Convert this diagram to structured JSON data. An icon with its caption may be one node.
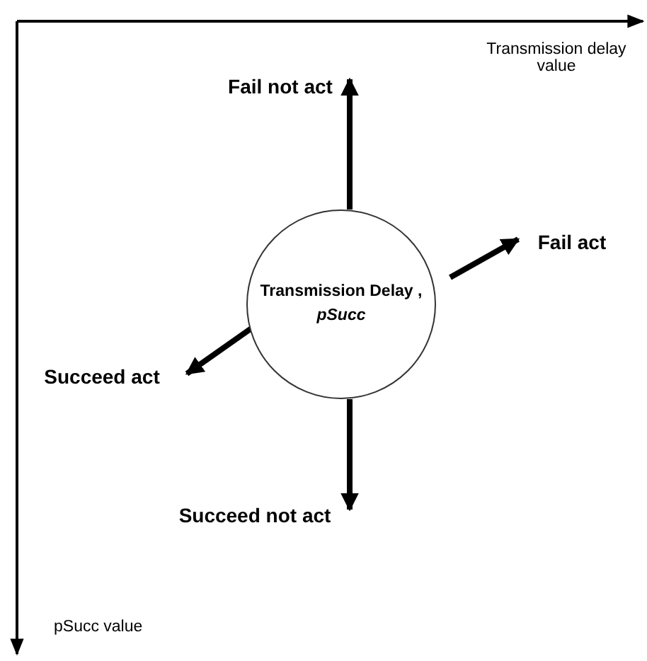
{
  "diagram": {
    "nodes": [
      {
        "text": [
          "Transmission Delay , *pSucc*"
        ]
      },
      {
        "text": [
          "Fail not act"
        ]
      },
      {
        "text": [
          "Fail act"
        ]
      },
      {
        "text": [
          "Succeed act"
        ]
      },
      {
        "text": [
          "Succeed not act"
        ]
      }
    ],
    "edges": [
      {
        "from": 0,
        "to": 1,
        "arrow": "to"
      },
      {
        "from": 0,
        "to": 2,
        "arrow": "to"
      },
      {
        "from": 0,
        "to": 3,
        "arrow": "to"
      },
      {
        "from": 0,
        "to": 4,
        "arrow": "to"
      }
    ],
    "labels": [
      "Transmission delay value",
      "pSucc value"
    ]
  }
}
